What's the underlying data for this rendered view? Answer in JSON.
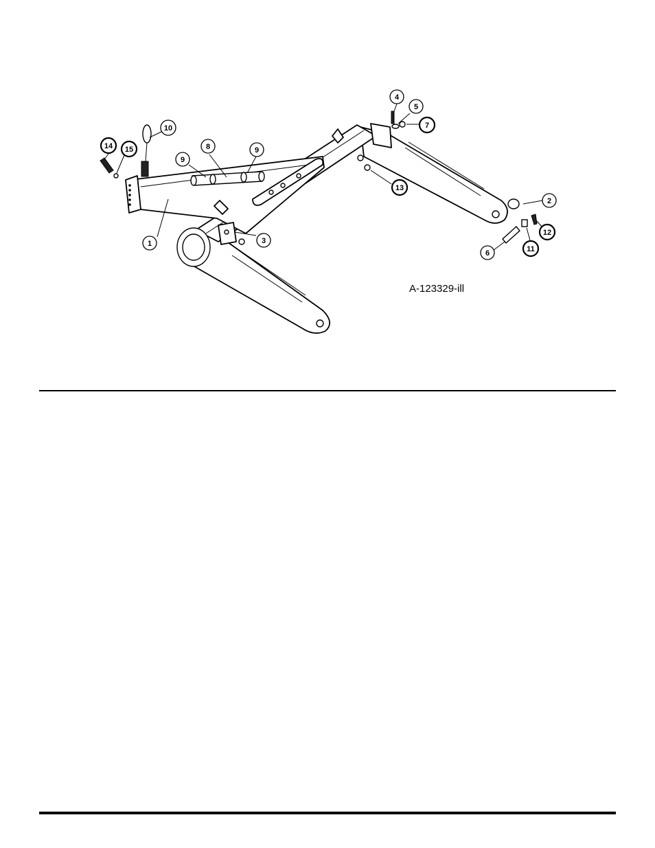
{
  "figure_id": "A-123329-ill",
  "callouts": {
    "c1": "1",
    "c2": "2",
    "c3": "3",
    "c4": "4",
    "c5": "5",
    "c6": "6",
    "c7": "7",
    "c8": "8",
    "c9a": "9",
    "c9b": "9",
    "c10": "10",
    "c11": "11",
    "c12": "12",
    "c13": "13",
    "c14": "14",
    "c15": "15"
  }
}
